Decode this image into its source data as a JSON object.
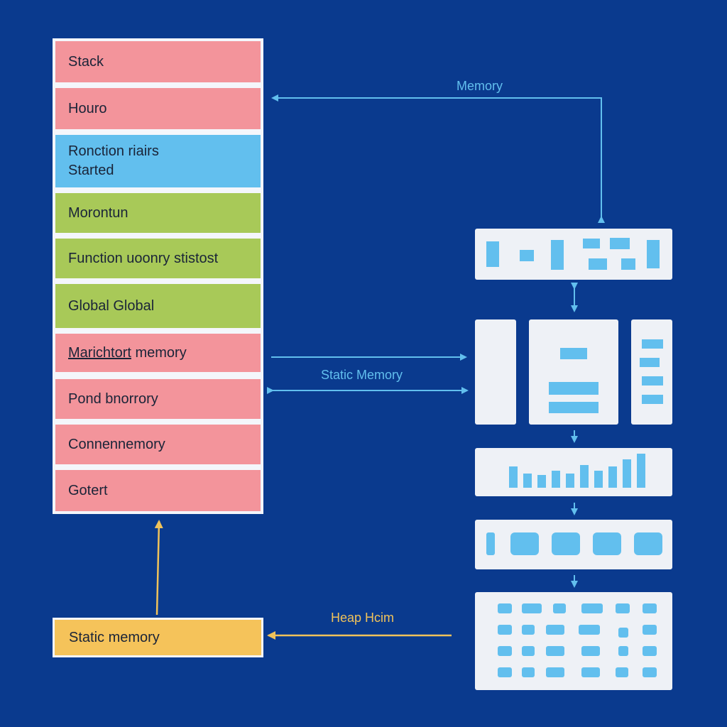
{
  "stack": {
    "segments": [
      {
        "lines": [
          "Stack"
        ],
        "color": "pink"
      },
      {
        "lines": [
          "Houro"
        ],
        "color": "pink"
      },
      {
        "lines": [
          "Ronction riairs",
          "Started"
        ],
        "color": "blue"
      },
      {
        "lines": [
          "Morontun"
        ],
        "color": "green"
      },
      {
        "lines": [
          "Function uoonry stistost"
        ],
        "color": "green"
      },
      {
        "lines": [
          "Global Global"
        ],
        "color": "green"
      },
      {
        "lines": [
          "Marichtort memory"
        ],
        "color": "pink",
        "underline_prefix": "Marichtort"
      },
      {
        "lines": [
          "Pond bnorrory"
        ],
        "color": "pink"
      },
      {
        "lines": [
          "Connennemory"
        ],
        "color": "pink"
      },
      {
        "lines": [
          "Gotert"
        ],
        "color": "pink"
      }
    ]
  },
  "static_box": {
    "label": "Static memory"
  },
  "labels": {
    "memory": "Memory",
    "static_memory": "Static Memory",
    "heap": "Heap Hcim"
  },
  "colors": {
    "background": "#0a3a8e",
    "pink": "#f3949b",
    "blue": "#62bfee",
    "green": "#a8c958",
    "gold": "#f5c35a",
    "panel": "#eef1f6"
  }
}
